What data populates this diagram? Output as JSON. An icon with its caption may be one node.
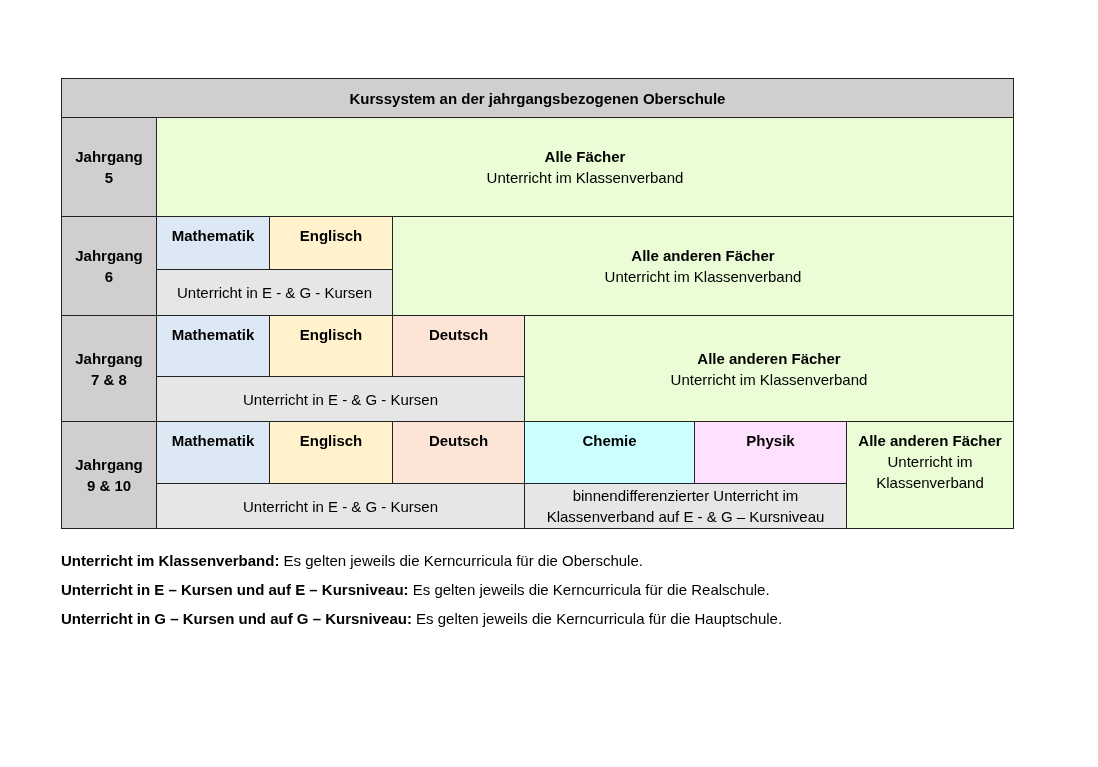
{
  "diagram": {
    "nodes": [
      {
        "text": [
          "Kurssystem an der jahrgangsbezogenen Oberschule"
        ]
      },
      {
        "text": [
          "Jahrgang 5"
        ]
      },
      {
        "text": [
          "Alle Fächer",
          "Unterricht im Klassenverband"
        ]
      },
      {
        "text": [
          "Jahrgang 6"
        ]
      },
      {
        "text": [
          "Mathematik"
        ]
      },
      {
        "text": [
          "Englisch"
        ]
      },
      {
        "text": [
          "Unterricht in E - & G - Kursen"
        ]
      },
      {
        "text": [
          "Alle anderen Fächer",
          "Unterricht im Klassenverband"
        ]
      },
      {
        "text": [
          "Jahrgang 7 & 8"
        ]
      },
      {
        "text": [
          "Mathematik"
        ]
      },
      {
        "text": [
          "Englisch"
        ]
      },
      {
        "text": [
          "Deutsch"
        ]
      },
      {
        "text": [
          "Unterricht in E - & G - Kursen"
        ]
      },
      {
        "text": [
          "Alle anderen Fächer",
          "Unterricht im Klassenverband"
        ]
      },
      {
        "text": [
          "Jahrgang 9 & 10"
        ]
      },
      {
        "text": [
          "Mathematik"
        ]
      },
      {
        "text": [
          "Englisch"
        ]
      },
      {
        "text": [
          "Deutsch"
        ]
      },
      {
        "text": [
          "Chemie"
        ]
      },
      {
        "text": [
          "Physik"
        ]
      },
      {
        "text": [
          "Alle anderen Fächer",
          "Unterricht im Klassenverband"
        ]
      },
      {
        "text": [
          "Unterricht in E - & G - Kursen"
        ]
      },
      {
        "text": [
          "binnendifferenzierter Unterricht im Klassenverband auf E - & G – Kursniveau"
        ]
      }
    ],
    "labels": [
      "**Unterricht im Klassenverband:** Es gelten jeweils die Kerncurricula für die Oberschule.",
      "**Unterricht in E – Kursen und auf E – Kursniveau:** Es gelten jeweils die Kerncurricula für die Realschule.",
      "**Unterricht in G – Kursen und auf G – Kursniveau:** Es gelten jeweils die Kerncurricula für die Hauptschule."
    ]
  }
}
